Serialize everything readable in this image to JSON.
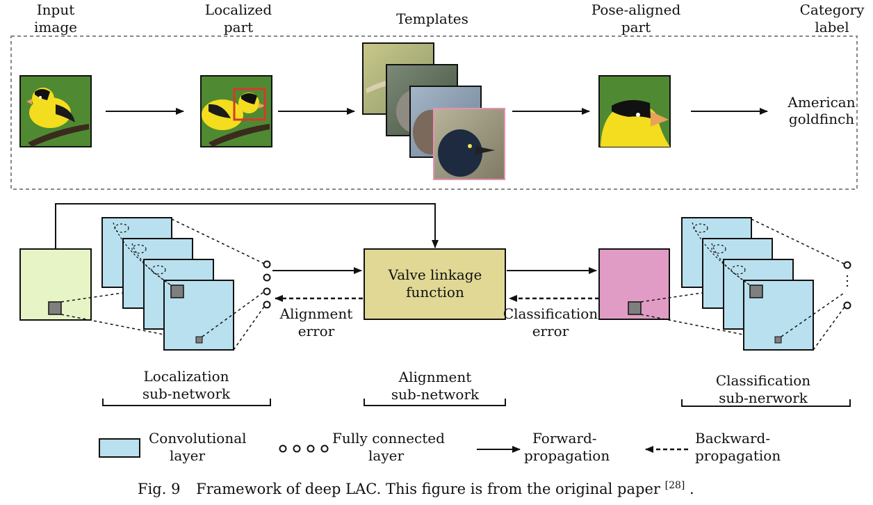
{
  "top": {
    "stage_labels": [
      [
        "Input",
        "image"
      ],
      [
        "Localized",
        "part"
      ],
      [
        "Templates"
      ],
      [
        "Pose-aligned",
        "part"
      ],
      [
        "Category",
        "label"
      ]
    ],
    "result_label": [
      "American",
      "goldfinch"
    ]
  },
  "bottom": {
    "center_box": [
      "Valve linkage",
      "function"
    ],
    "alignment_error": [
      "Alignment",
      "error"
    ],
    "classification_error": [
      "Classification",
      "error"
    ],
    "subnetworks": [
      [
        "Localization",
        "sub-network"
      ],
      [
        "Alignment",
        "sub-network"
      ],
      [
        "Classification",
        "sub-nerwork"
      ]
    ]
  },
  "legend": {
    "conv": [
      "Convolutional",
      "layer"
    ],
    "fc": [
      "Fully connected",
      "layer"
    ],
    "forward": [
      "Forward-",
      "propagation"
    ],
    "backward": [
      "Backward-",
      "propagation"
    ]
  },
  "caption": {
    "prefix": "Fig. 9",
    "text": "Framework of deep LAC. This figure is from the original paper",
    "ref": "[28]",
    "suffix": "."
  },
  "colors": {
    "conv_fill": "#b9e0ee",
    "input_fill": "#e6f4c6",
    "valve_fill": "#e0d894",
    "class_fill": "#e09cc4",
    "bird_bg": "#4f8a32",
    "bird_yellow": "#f3dd1e",
    "part_box": "#d43a2a",
    "template_border": "#e890b4"
  }
}
